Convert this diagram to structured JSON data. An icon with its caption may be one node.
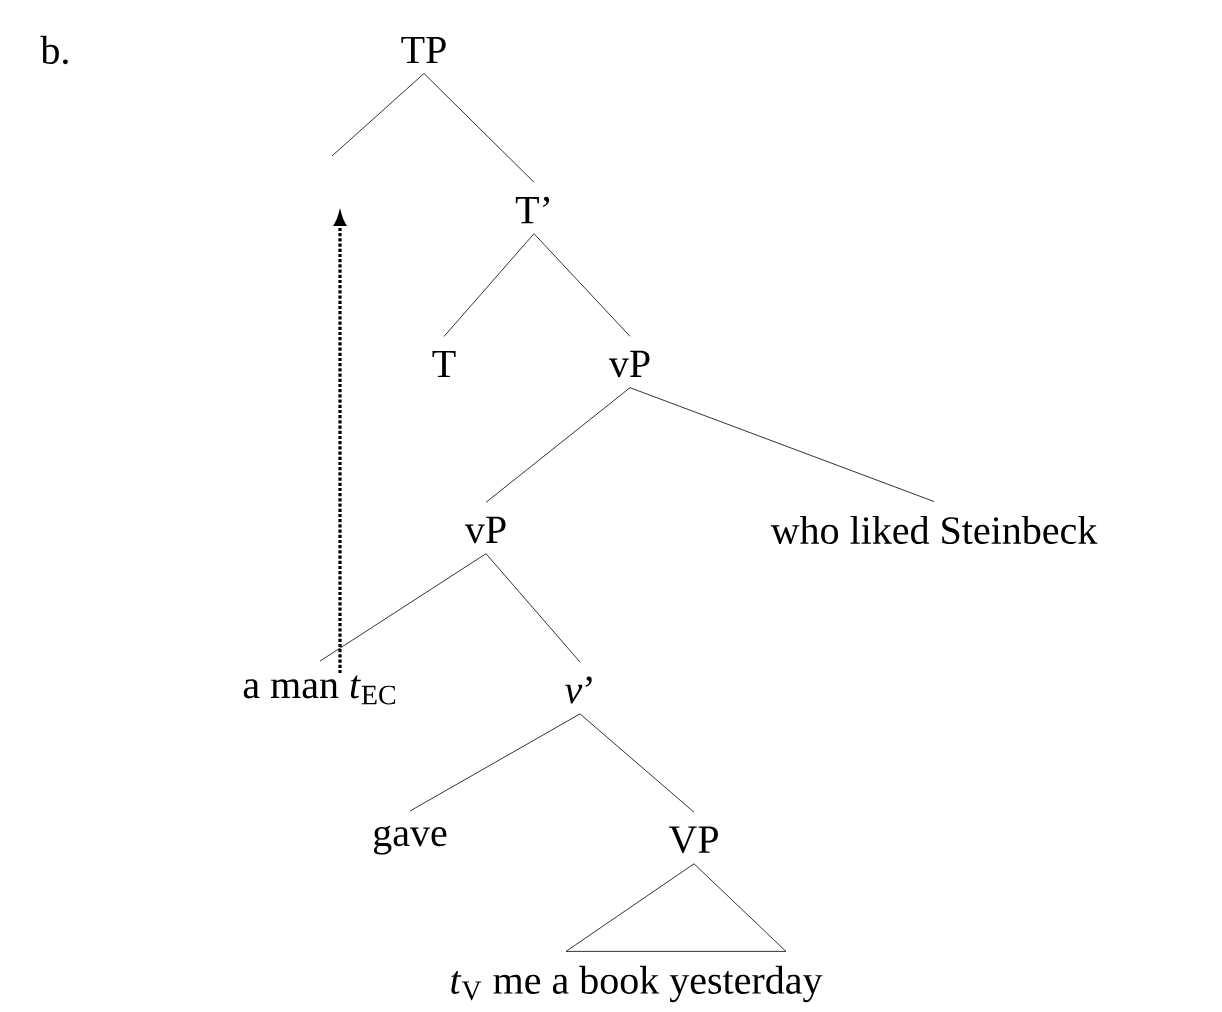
{
  "diagram": {
    "nodes": [
      {
        "text": [
          "TP"
        ]
      },
      {
        "text": [
          "T’"
        ]
      },
      {
        "text": [
          "T"
        ]
      },
      {
        "text": [
          "vP"
        ]
      },
      {
        "text": [
          "vP"
        ]
      },
      {
        "text": [
          "who liked Steinbeck"
        ]
      },
      {
        "text": [
          "a man *t*$_{EC}$"
        ]
      },
      {
        "text": [
          "*v*’"
        ]
      },
      {
        "text": [
          "gave"
        ]
      },
      {
        "text": [
          "VP"
        ]
      },
      {
        "text": [
          "*t*$_{V}$ me a book yesterday"
        ]
      }
    ],
    "edges": [
      {
        "from": 0,
        "to": null,
        "arrow": "none"
      },
      {
        "from": 0,
        "to": 1,
        "arrow": "none"
      },
      {
        "from": 1,
        "to": 2,
        "arrow": "none"
      },
      {
        "from": 1,
        "to": 3,
        "arrow": "none"
      },
      {
        "from": 3,
        "to": 4,
        "arrow": "none"
      },
      {
        "from": 3,
        "to": 5,
        "arrow": "none"
      },
      {
        "from": 4,
        "to": 6,
        "arrow": "none"
      },
      {
        "from": 4,
        "to": 7,
        "arrow": "none"
      },
      {
        "from": 7,
        "to": 8,
        "arrow": "none"
      },
      {
        "from": 7,
        "to": 9,
        "arrow": "none"
      },
      {
        "from": 9,
        "to": 10,
        "arrow": "none"
      },
      {
        "from": 6,
        "to": null,
        "arrow": "to",
        "style": "dashed"
      }
    ],
    "labels": [
      "b."
    ]
  }
}
